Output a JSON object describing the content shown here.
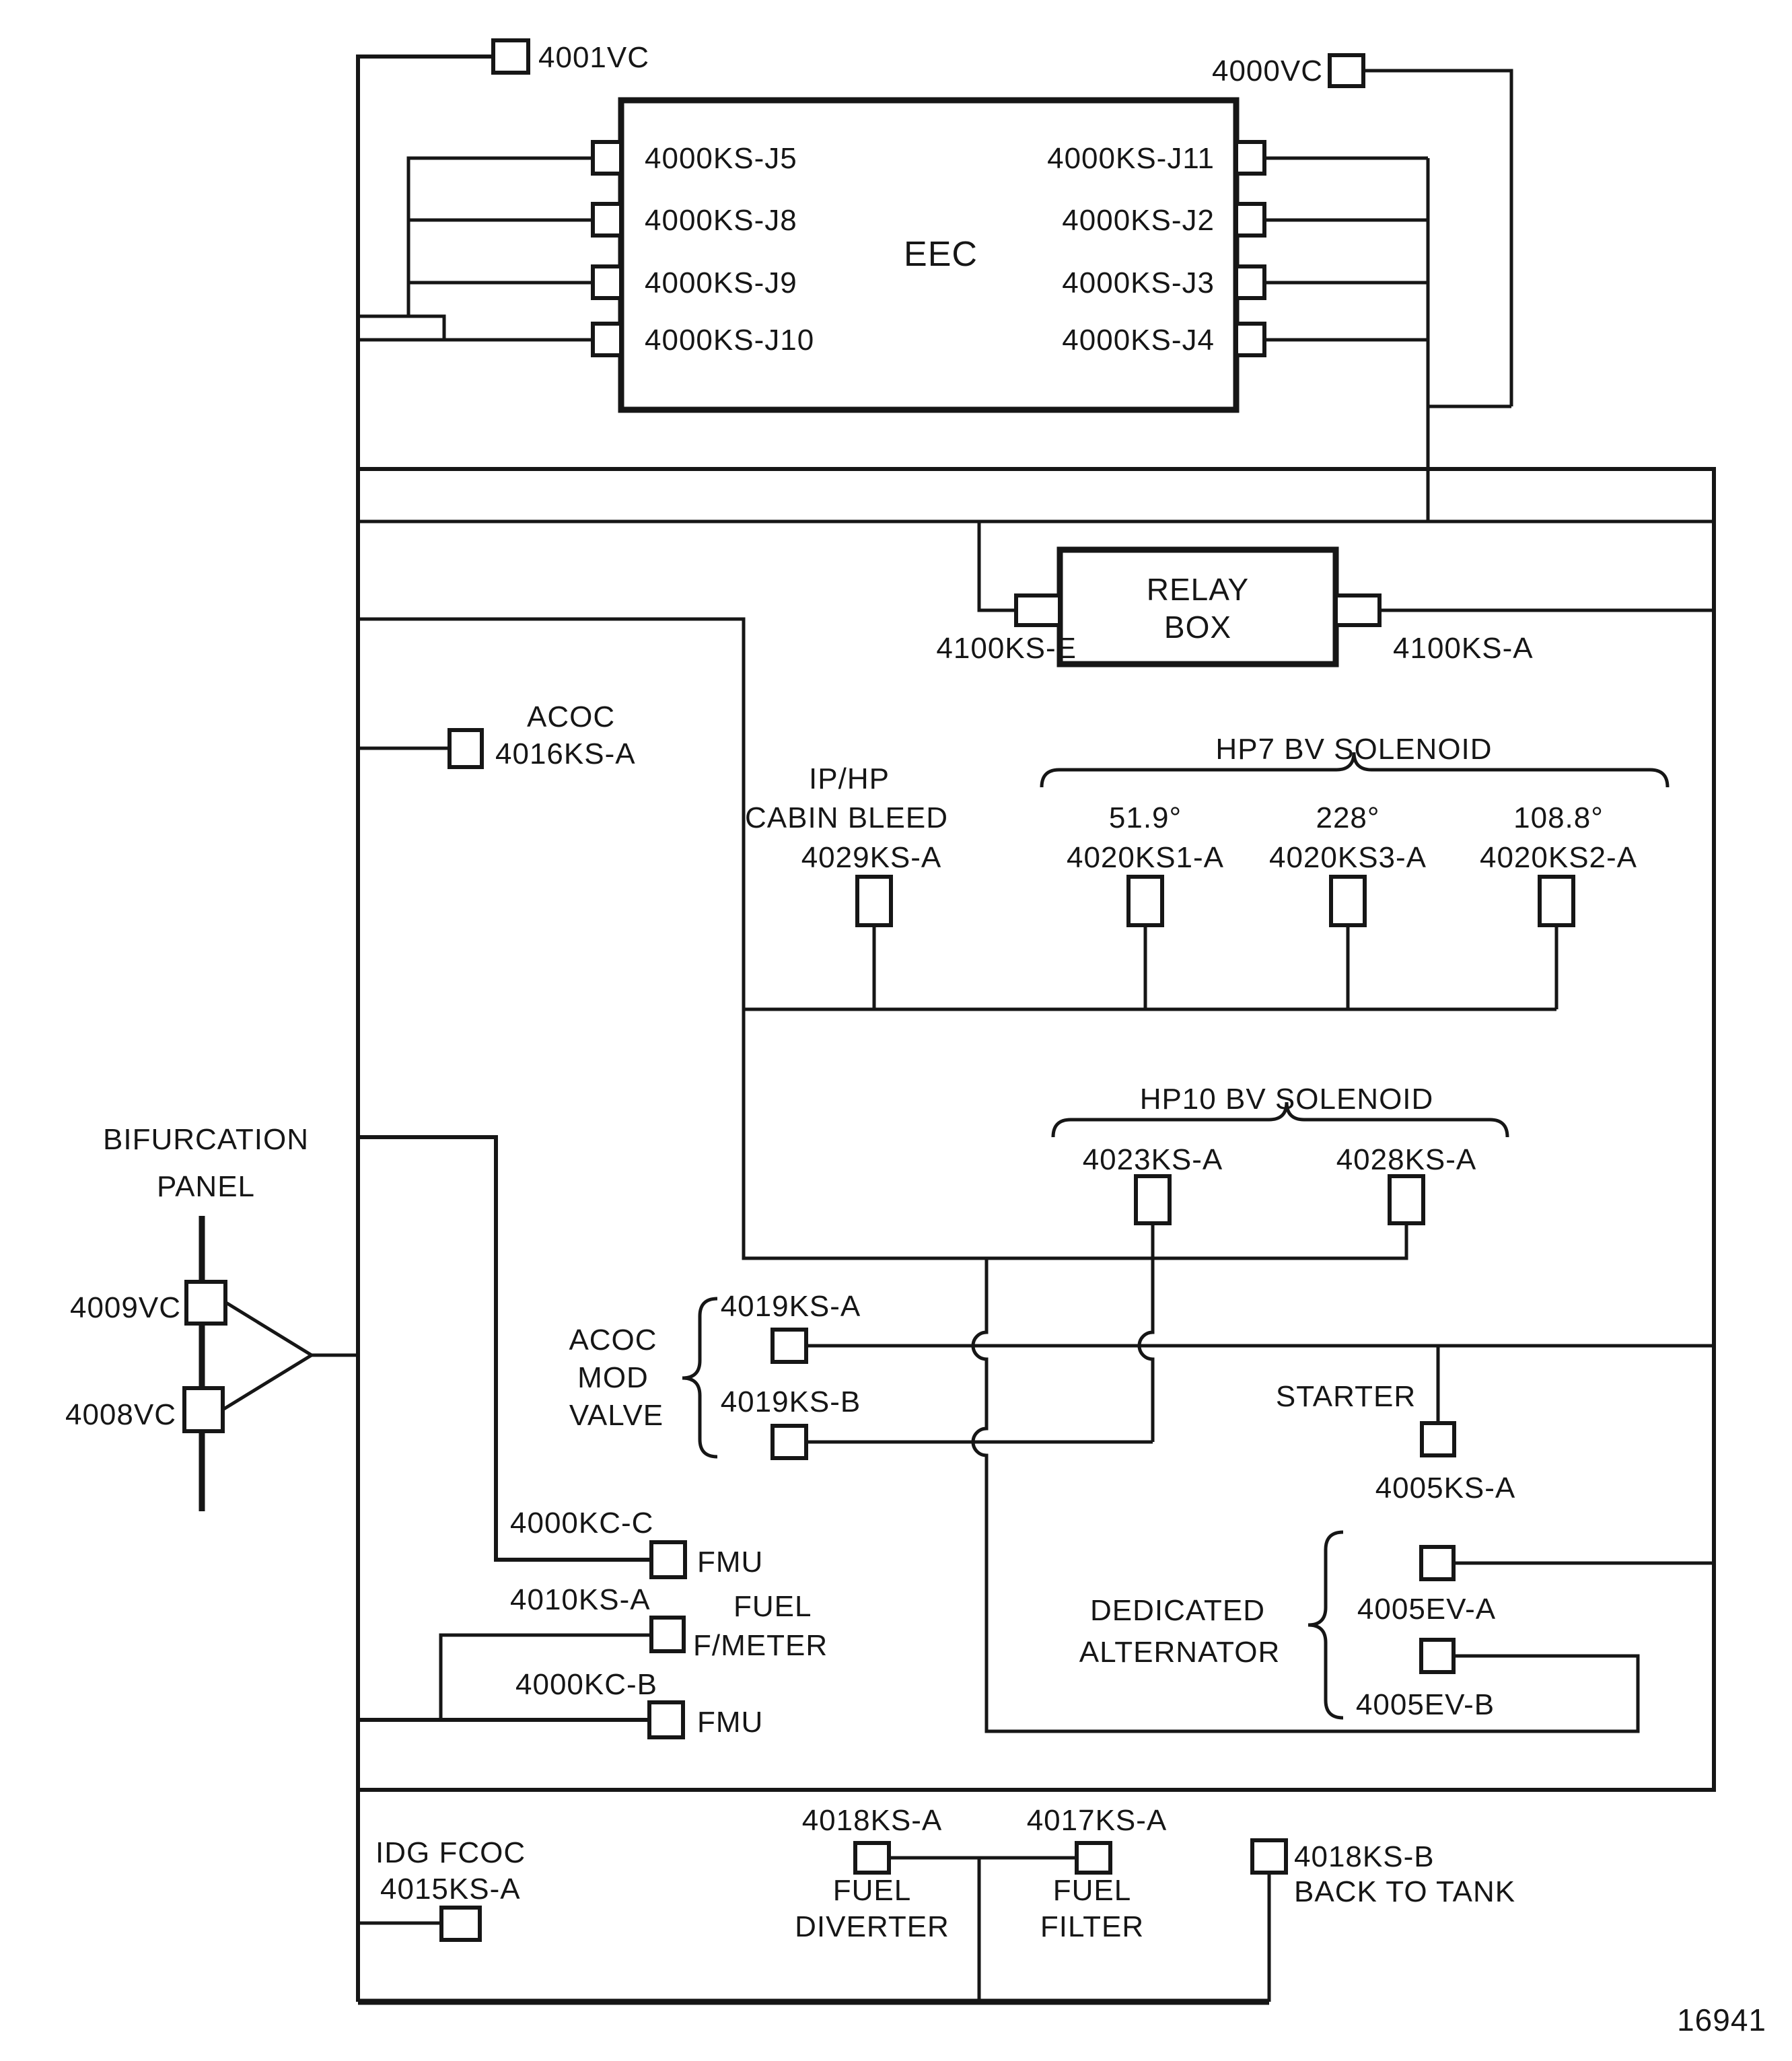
{
  "figure_number": "16941",
  "top": {
    "left_plug": "4001VC",
    "right_plug": "4000VC"
  },
  "eec": {
    "title": "EEC",
    "left_connectors": [
      "4000KS-J5",
      "4000KS-J8",
      "4000KS-J9",
      "4000KS-J10"
    ],
    "right_connectors": [
      "4000KS-J11",
      "4000KS-J2",
      "4000KS-J3",
      "4000KS-J4"
    ]
  },
  "relay_box": {
    "title_line1": "RELAY",
    "title_line2": "BOX",
    "left_connector": "4100KS-E",
    "right_connector": "4100KS-A"
  },
  "acoc": {
    "line1": "ACOC",
    "line2": "4016KS-A"
  },
  "cabin_bleed": {
    "line1": "IP/HP",
    "line2": "CABIN BLEED",
    "line3": "4029KS-A"
  },
  "hp7": {
    "title": "HP7 BV SOLENOID",
    "items": [
      {
        "deg": "51.9°",
        "id": "4020KS1-A"
      },
      {
        "deg": "228°",
        "id": "4020KS3-A"
      },
      {
        "deg": "108.8°",
        "id": "4020KS2-A"
      }
    ]
  },
  "hp10": {
    "title": "HP10 BV SOLENOID",
    "items": [
      "4023KS-A",
      "4028KS-A"
    ]
  },
  "bifurcation": {
    "line1": "BIFURCATION",
    "line2": "PANEL",
    "top_plug": "4009VC",
    "bottom_plug": "4008VC"
  },
  "acoc_mod_valve": {
    "line1": "ACOC",
    "line2": "MOD",
    "line3": "VALVE",
    "items": [
      "4019KS-A",
      "4019KS-B"
    ]
  },
  "starter": {
    "title": "STARTER",
    "id": "4005KS-A"
  },
  "dedicated_alternator": {
    "line1": "DEDICATED",
    "line2": "ALTERNATOR",
    "items": [
      "4005EV-A",
      "4005EV-B"
    ]
  },
  "fmu_c": {
    "id": "4000KC-C",
    "device": "FMU"
  },
  "fuel_meter": {
    "id": "4010KS-A",
    "device_line1": "FUEL",
    "device_line2": "F/METER"
  },
  "fmu_b": {
    "id": "4000KC-B",
    "device": "FMU"
  },
  "idg_fcoc": {
    "line1": "IDG FCOC",
    "line2": "4015KS-A"
  },
  "fuel_diverter": {
    "id": "4018KS-A",
    "line1": "FUEL",
    "line2": "DIVERTER"
  },
  "fuel_filter": {
    "id": "4017KS-A",
    "line1": "FUEL",
    "line2": "FILTER"
  },
  "back_to_tank": {
    "id": "4018KS-B",
    "line2": "BACK TO TANK"
  }
}
